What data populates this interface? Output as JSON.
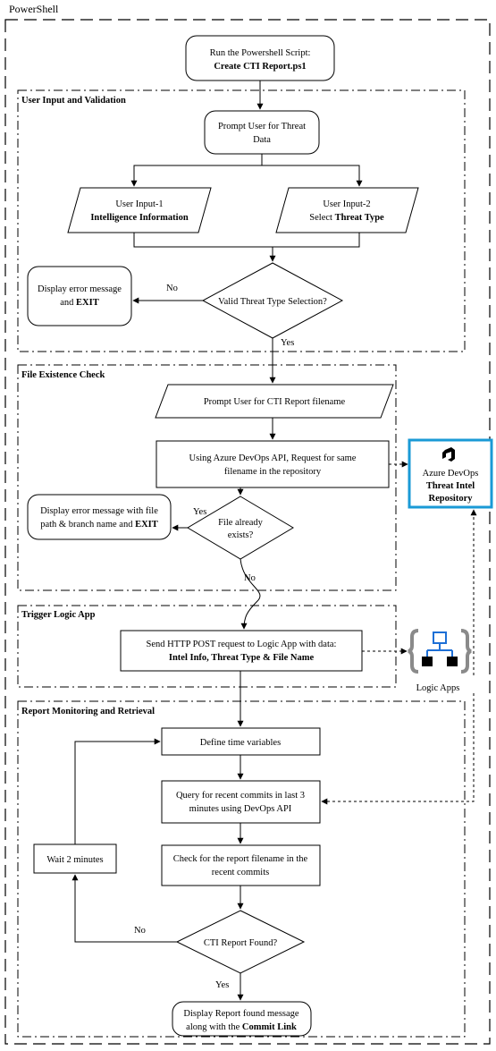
{
  "outer_title": "PowerShell",
  "groups": {
    "user_input": "User Input and Validation",
    "file_check": "File Existence Check",
    "trigger": "Trigger Logic App",
    "monitoring": "Report Monitoring and Retrieval"
  },
  "nodes": {
    "run_script": {
      "line1": "Run the Powershell Script:",
      "line2": "Create CTI Report.ps1"
    },
    "prompt_threat": {
      "line1": "Prompt User for Threat",
      "line2": "Data"
    },
    "input1": {
      "line1": "User Input-1",
      "line2": "Intelligence Information"
    },
    "input2": {
      "line1": "User Input-2",
      "line2_plain": "Select ",
      "line2_bold": "Threat Type"
    },
    "valid_decision": {
      "line1": "Valid Threat Type Selection?"
    },
    "error1": {
      "line1": "Display error message",
      "line2_plain": "and ",
      "line2_bold": "EXIT"
    },
    "prompt_filename": {
      "line1": "Prompt User for CTI Report filename"
    },
    "api_request": {
      "line1": "Using Azure DevOps API, Request for same",
      "line2": "filename in the repository"
    },
    "exists_decision": {
      "line1": "File already",
      "line2": "exists?"
    },
    "error2": {
      "line1": "Display error message with file",
      "line2_plain": "path & branch name and ",
      "line2_bold": "EXIT"
    },
    "http_post": {
      "line1": "Send HTTP POST request to Logic App with data:",
      "line2": "Intel Info, Threat Type & File Name"
    },
    "define_time": {
      "line1": "Define time variables"
    },
    "query_commits": {
      "line1": "Query for recent commits in last 3",
      "line2": "minutes using DevOps API"
    },
    "check_filename": {
      "line1": "Check for the report filename in the",
      "line2": "recent commits"
    },
    "wait": {
      "line1": "Wait 2 minutes"
    },
    "found_decision": {
      "line1": "CTI Report Found?"
    },
    "display_found": {
      "line1": "Display Report found message",
      "line2_plain": "along with the ",
      "line2_bold": "Commit Link"
    }
  },
  "external": {
    "azure": {
      "line1": "Azure DevOps",
      "line2": "Threat Intel",
      "line3": "Repository"
    },
    "logic_apps": {
      "label": "Logic Apps"
    }
  },
  "edge_labels": {
    "no1": "No",
    "yes1": "Yes",
    "yes2": "Yes",
    "no2": "No",
    "no3": "No",
    "yes3": "Yes"
  },
  "colors": {
    "azure_border": "#1a9ad6",
    "logic_apps_blue": "#1d6fd6",
    "line": "#000000"
  }
}
